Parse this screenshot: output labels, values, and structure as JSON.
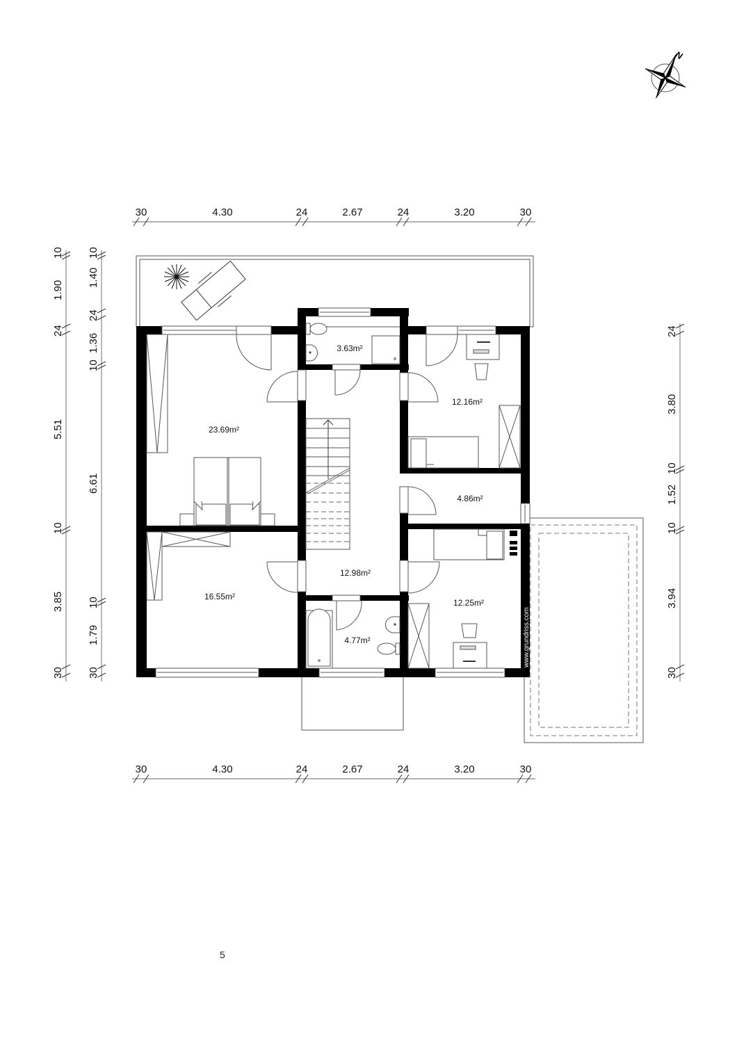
{
  "plan": {
    "watermark": "www.grundriss.com",
    "north_label": "N",
    "footer_mark": "5"
  },
  "dimensions": {
    "top": [
      "30",
      "4.30",
      "24",
      "2.67",
      "24",
      "3.20",
      "30"
    ],
    "bottom": [
      "30",
      "4.30",
      "24",
      "2.67",
      "24",
      "3.20",
      "30"
    ],
    "left_outer": [
      "10",
      "1.90",
      "24",
      "5.51",
      "10",
      "3.85",
      "30"
    ],
    "left_inner": [
      "10",
      "1.40",
      "24",
      "1.36",
      "10",
      "6.61",
      "10",
      "1.79",
      "30"
    ],
    "right": [
      "24",
      "3.80",
      "10",
      "1.52",
      "10",
      "3.94",
      "30"
    ]
  },
  "rooms": [
    {
      "id": "bedroom-master",
      "area": "23.69m²"
    },
    {
      "id": "bedroom-2",
      "area": "16.55m²"
    },
    {
      "id": "wc",
      "area": "3.63m²"
    },
    {
      "id": "hall",
      "area": "12.98m²"
    },
    {
      "id": "bathroom",
      "area": "4.77m²"
    },
    {
      "id": "child-room-1",
      "area": "12.16m²"
    },
    {
      "id": "storage",
      "area": "4.86m²"
    },
    {
      "id": "child-room-2",
      "area": "12.25m²"
    }
  ],
  "colors": {
    "wall": "#000000",
    "line": "#555555",
    "background": "#ffffff"
  }
}
